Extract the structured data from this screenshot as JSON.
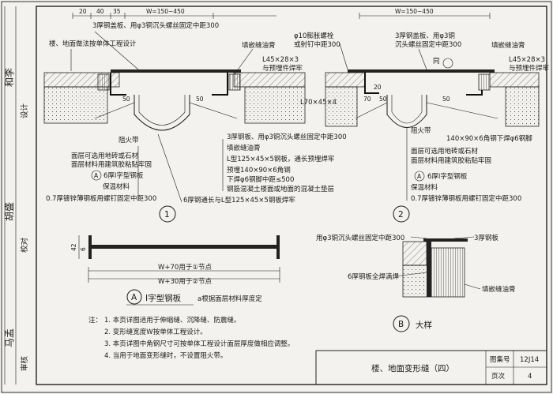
{
  "side_strip": {
    "owner": "审核",
    "checker": "校对",
    "designer": "设计",
    "sig1": "马孟",
    "sig2": "胡盛",
    "sig3": "和李"
  },
  "detail1": {
    "width_label": "W=150~450",
    "dim_20": "20",
    "dim_40": "40",
    "dim_35": "35",
    "dim_50a": "50",
    "dim_50b": "50",
    "note_top": "3厚钢盖板、用φ3铜沉头螺丝固定中距300",
    "note_floor": "楼、地面做法按单体工程设计",
    "note_seal_top": "填嵌缝油膏",
    "note_angle_top1": "L45×28×3",
    "note_angle_top2": "与预埋件焊牢",
    "note_fire": "阻火带",
    "note_surface1": "面层可选用地砖或石材",
    "note_surface2": "面层材料用建筑胶粘贴牢固",
    "note_ibeam": "6厚I字型钢板",
    "note_insul": "保温材料",
    "note_galv": "0.7厚镀锌薄钢板用螺钉固定中距300",
    "note_cover2": "3厚钢板、用φ3铜沉头螺丝固定中距300",
    "note_seal2": "填嵌缝油膏",
    "note_angle2": "L型125×45×5钢板，通长预埋焊牢",
    "note_embed": "预埋140×90×6角钢",
    "note_pin": "下焊φ6钢脚中距≤500",
    "note_concrete": "钢筋混凝土楼面或地面的混凝土垫层",
    "note_steelplate": "6厚钢通长与L型125×45×5钢板焊牢",
    "tag_a": "A",
    "circle_num": "1"
  },
  "detail2": {
    "width_label": "W=150~450",
    "note_bolt1": "φ10膨胀螺栓",
    "note_bolt2": "或射钉中距300",
    "note_cover": "3厚钢盖板、用φ3铜",
    "note_cover_b": "沉头螺丝固定中距300",
    "note_same": "同",
    "note_seal": "填嵌缝油膏",
    "note_angle1": "L45×28×3",
    "note_angle2": "与预埋件焊牢",
    "note_l70": "L70×45×4",
    "dim_70": "70",
    "dim_20": "20",
    "dim_50a": "50",
    "dim_50b": "50",
    "note_fire": "阻火带",
    "note_embed": "140×90×6角钢下焊φ6钢脚",
    "note_surface1": "面层可选用地砖或石材",
    "note_surface2": "面层材料用建筑胶粘贴牢固",
    "note_ibeam": "6厚I字型钢板",
    "note_insul": "保温材料",
    "note_galv": "0.7厚镀锌薄钢板用螺钉固定中距300",
    "tag_a": "A",
    "circle_num": "2"
  },
  "ibeam": {
    "dim_42": "42",
    "dim_6": "6",
    "note_w70": "W+70用于①节点",
    "note_w30": "W+30用于②节点",
    "title_letter": "A",
    "title": "I字型钢板",
    "subnote": "a根据面层材料厚度定"
  },
  "detailB": {
    "note_screw": "用φ3铜沉头螺丝固定中距300",
    "note_plate3": "3厚钢板",
    "note_plate6": "6厚钢板全焊满焊",
    "note_seal": "填嵌缝油膏",
    "title_letter": "B",
    "title": "大样"
  },
  "notes": {
    "head": "注：",
    "items": [
      "1. 本页详图适用于伸缩缝、沉降缝、防震缝。",
      "2. 变形缝宽度W按单体工程设计。",
      "3. 本页详图中角钢尺寸可按单体工程设计面层厚度做相应调整。",
      "4. 当用于地面变形缝时，不设置阻火带。"
    ]
  },
  "title_block": {
    "title": "楼、地面变形缝（四）",
    "atlas_label": "图集号",
    "atlas_value": "12J14",
    "page_label": "页次",
    "page_value": "4"
  }
}
